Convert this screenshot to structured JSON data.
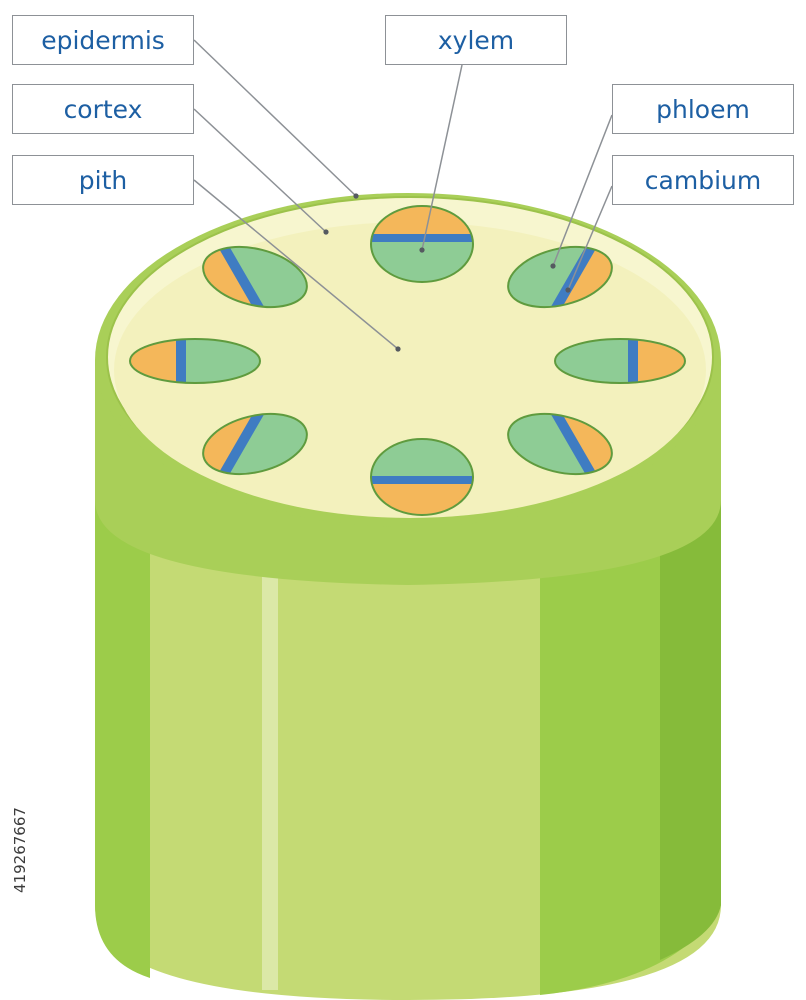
{
  "labels": {
    "epidermis": "epidermis",
    "cortex": "cortex",
    "pith": "pith",
    "xylem": "xylem",
    "phloem": "phloem",
    "cambium": "cambium"
  },
  "stock_id": "419267667",
  "colors": {
    "epidermis": "#a9cf58",
    "stem_body": "#c4da74",
    "stem_dark": "#8bbf3d",
    "cortex": "#f7f6cf",
    "pith": "#f3f1bd",
    "xylem": "#8ecc95",
    "phloem": "#f4b75a",
    "cambium": "#3f7cc2",
    "label_text": "#1d5fa3",
    "leader_line": "#8d9196"
  },
  "vascular_bundle_count": 8
}
